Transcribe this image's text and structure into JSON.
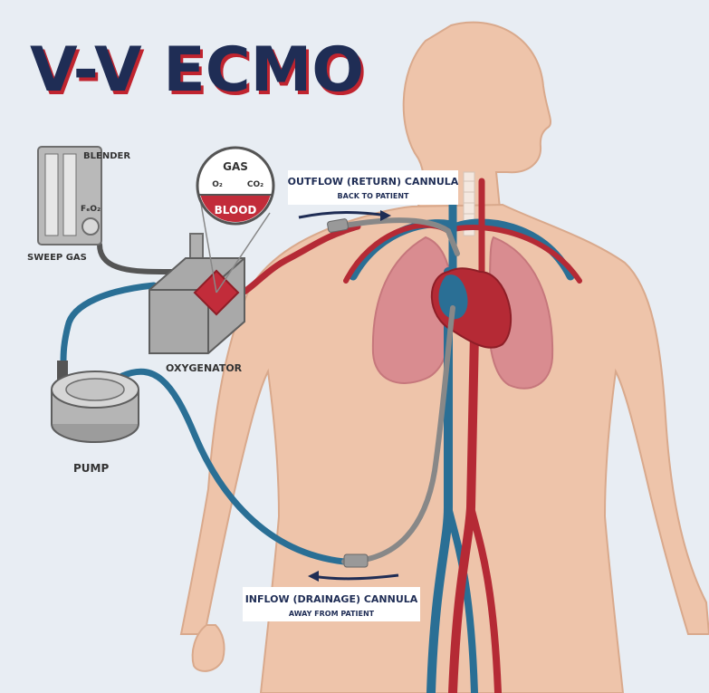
{
  "title": "V-V ECMO",
  "labels": {
    "blender": "BLENDER",
    "fio2": "FₑO₂",
    "sweep_gas": "SWEEP GAS",
    "gas": "GAS",
    "o2": "O₂",
    "co2": "CO₂",
    "blood": "BLOOD",
    "oxygenator": "OXYGENATOR",
    "pump": "PUMP",
    "outflow_title": "OUTFLOW (RETURN) CANNULA",
    "outflow_sub": "BACK TO PATIENT",
    "inflow_title": "INFLOW (DRAINAGE) CANNULA",
    "inflow_sub": "AWAY FROM PATIENT"
  },
  "colors": {
    "title": "#1f2d55",
    "title_shadow": "#c0242f",
    "venous": "#2a6f95",
    "arterial": "#b52a35",
    "skin": "#eec4aa",
    "lung": "#d88a8f",
    "device": "#b9b9b9"
  }
}
